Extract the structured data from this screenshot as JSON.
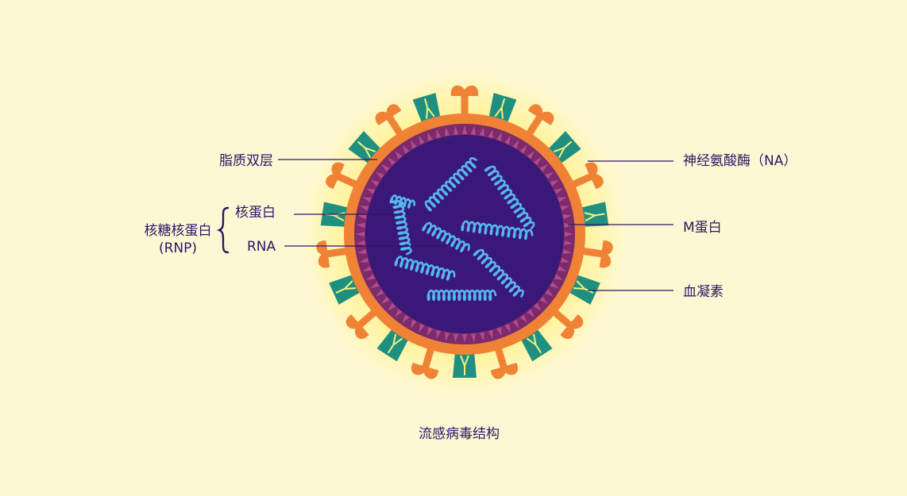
{
  "labels": {
    "lipid_bilayer": "脂质双层",
    "nucleoprotein": "核蛋白",
    "rnp_name": "核糖核蛋白",
    "rnp_abbr": "(RNP)",
    "rna": "RNA",
    "neuraminidase": "神经氨酸酶（NA）",
    "m_protein": "M蛋白",
    "hemagglutinin": "血凝素"
  },
  "title": "流感病毒结构",
  "colors": {
    "background": "#fdf8d4",
    "glow": "#fff3a0",
    "envelope": "#f08236",
    "matrix": "#7b2a6b",
    "core": "#3a1878",
    "rna": "#56b6f0",
    "hemagglutinin": "#1f9080",
    "hemagglutinin_line": "#f4ef7a",
    "text": "#2d1566"
  }
}
